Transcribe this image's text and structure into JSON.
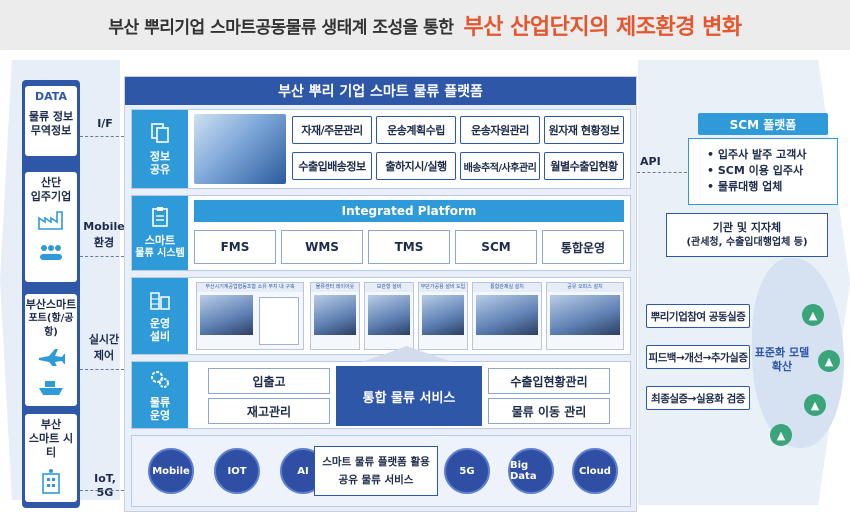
{
  "title": {
    "prefix": "부산 뿌리기업 스마트공동물류 생태계 조성을 통한",
    "highlight": "부산 산업단지의 제조환경 변화",
    "highlight_color": "#e4572e"
  },
  "left": {
    "data": {
      "label": "DATA",
      "line1": "물류 정보",
      "line2": "무역정보"
    },
    "industry": {
      "line1": "산단",
      "line2": "입주기업",
      "icon1": "factory-icon",
      "icon2": "people-icon"
    },
    "port": {
      "line1": "부산스마트",
      "line2": "포트(항/공항)",
      "icon1": "airplane-icon",
      "icon2": "ship-icon"
    },
    "city": {
      "line1": "부산",
      "line2": "스마트 시티",
      "icon": "building-icon"
    }
  },
  "connectors": {
    "if": "I/F",
    "mobile_1": "Mobile",
    "mobile_2": "환경",
    "realtime_1": "실시간",
    "realtime_2": "제어",
    "iot": "IoT, 5G",
    "api": "API"
  },
  "platform": {
    "title": "부산 뿌리 기업 스마트 물류 플랫폼",
    "info": {
      "tag_1": "정보",
      "tag_2": "공유",
      "icon": "shared-documents-icon",
      "items": [
        "자재/주문관리",
        "운송계획수립",
        "운송자원관리",
        "원자재 현황정보",
        "수출입배송정보",
        "출하지시/실행",
        "배송추적/사후관리",
        "월별수출입현황"
      ]
    },
    "system": {
      "tag_1": "스마트",
      "tag_2": "물류 시스템",
      "icon": "clipboard-icon",
      "header": "Integrated Platform",
      "items": [
        "FMS",
        "WMS",
        "TMS",
        "SCM",
        "통합운영"
      ]
    },
    "equipment": {
      "tag_1": "운영",
      "tag_2": "설비",
      "icon": "warehouse-icon",
      "thumb_captions": [
        "부산시기계공업협동조합 소유 부지 내 구축",
        "물류센터 레이아웃",
        "보관형 설비",
        "부단가공용 설비 도입",
        "통합관제실 설치",
        "공유 오피스 설치"
      ]
    },
    "operation": {
      "tag_1": "물류",
      "tag_2": "운영",
      "icon": "gears-icon",
      "left_items": [
        "입출고",
        "재고관리"
      ],
      "center": "통합 물류 서비스",
      "right_items": [
        "수출입현황관리",
        "물류 이동 관리"
      ]
    },
    "tech": {
      "circles": [
        "Mobile",
        "IOT",
        "AI",
        "5G",
        "Big Data",
        "Cloud"
      ],
      "share_1": "스마트 물류 플랫폼 활용",
      "share_2": "공유 물류 서비스"
    }
  },
  "right": {
    "scm": {
      "title": "SCM 플랫폼",
      "items": [
        "• 입주사 발주 고객사",
        "• SCM 이용 입주사",
        "• 물류대행 업체"
      ]
    },
    "agency": {
      "line1": "기관 및 지자체",
      "line2": "(관세청, 수출입대행업체 등)"
    },
    "boxes": [
      "뿌리기업참여 공동실증",
      "피드백→개선→추가실증",
      "최종실증→실용화 검증"
    ],
    "standard_1": "표준화 모델",
    "standard_2": "확산",
    "icons": [
      "factory-pin-icon",
      "factory-pin-icon",
      "factory-pin-icon",
      "factory-pin-icon"
    ]
  }
}
